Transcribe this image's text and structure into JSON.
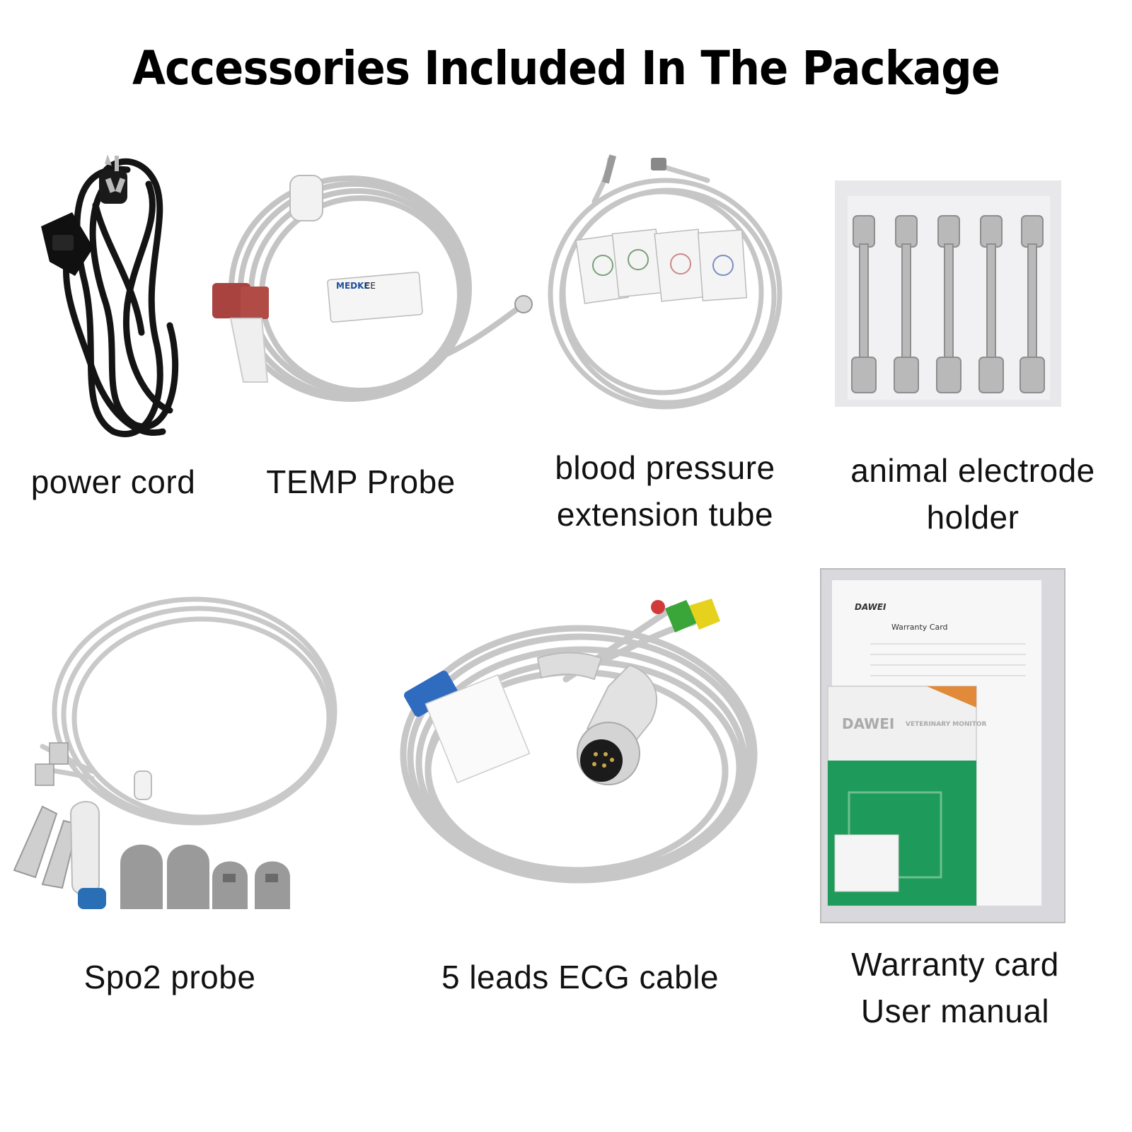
{
  "title": "Accessories Included In The Package",
  "items": [
    {
      "icon": "power-cord",
      "caption_lines": [
        "power cord"
      ]
    },
    {
      "icon": "temp-probe",
      "caption_lines": [
        "TEMP Probe"
      ]
    },
    {
      "icon": "bp-extension-tube",
      "caption_lines": [
        "blood pressure",
        "extension tube"
      ]
    },
    {
      "icon": "electrode-holder",
      "caption_lines": [
        "animal electrode",
        "holder"
      ]
    },
    {
      "icon": "spo2-probe",
      "caption_lines": [
        "Spo2 probe"
      ]
    },
    {
      "icon": "ecg-cable",
      "caption_lines": [
        "5 leads ECG cable"
      ]
    },
    {
      "icon": "warranty-manual",
      "caption_lines": [
        "Warranty card",
        "User manual"
      ]
    }
  ],
  "package_labels": {
    "temp_label_brand": "MEDKE",
    "temp_label_mark": "CE",
    "manual_brand": "DAWEI",
    "warranty_heading": "Warranty Card",
    "manual_cover_brand": "DAWEI",
    "manual_cover_product": "VETERINARY MONITOR"
  },
  "colors": {
    "cable_grey": "#c9c9c9",
    "cord_black": "#141414",
    "connector_red": "#a8433f",
    "connector_blue": "#2a6fb5",
    "velcro_blue": "#2f6cc0",
    "lead_green": "#3aa63a",
    "lead_yellow": "#e6d21c",
    "manual_green": "#1e9a5a"
  }
}
